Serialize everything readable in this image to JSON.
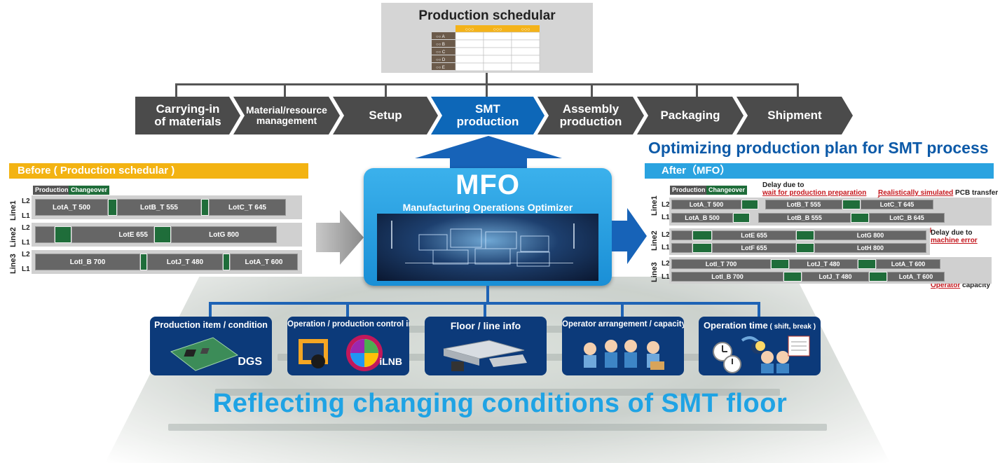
{
  "scheduler": {
    "title": "Production schedular",
    "header_cells": [
      "○○○",
      "○○○",
      "○○○"
    ],
    "row_labels": [
      "○○ A",
      "○○ B",
      "○○ C",
      "○○ D",
      "○○ E"
    ]
  },
  "process": [
    {
      "label": "Carrying-in\nof materials"
    },
    {
      "label": "Material/resource\nmanagement"
    },
    {
      "label": "Setup"
    },
    {
      "label": "SMT\nproduction"
    },
    {
      "label": "Assembly\nproduction"
    },
    {
      "label": "Packaging"
    },
    {
      "label": "Shipment"
    }
  ],
  "optimizing_title": "Optimizing production plan for SMT process",
  "before": {
    "header": "Before ( Production schedular )",
    "legend": {
      "production": "Production",
      "changeover": "Changeover"
    },
    "lines": [
      "Line1",
      "Line2",
      "Line3"
    ],
    "sublines": [
      "L2",
      "L1"
    ],
    "bars": {
      "lotA": "LotA_T    500",
      "lotB": "LotB_T     555",
      "lotC": "LotC_T     645",
      "lotE": "LotE      655",
      "lotG": "LotG          800",
      "lotI": "LotI_B          700",
      "lotJ": "LotJ_T     480",
      "lotA3": "LotA_T   600"
    }
  },
  "mfo": {
    "title": "MFO",
    "subtitle": "Manufacturing Operations Optimizer"
  },
  "after": {
    "header": "After（MFO）",
    "legend": {
      "production": "Production",
      "changeover": "Changeover"
    },
    "lines": [
      "Line1",
      "Line2",
      "Line3"
    ],
    "sublines": [
      "L2",
      "L1"
    ],
    "bars": {
      "l1l2a": "LotA_T    500",
      "l1l2b": "LotB_T     555",
      "l1l2c": "LotC_T     645",
      "l1l1a": "LotA_B    500",
      "l1l1b": "LotB_B     555",
      "l1l1c": "LotC_B    645",
      "l2l2e": "LotE           655",
      "l2l2g": "LotG                    800",
      "l2l1f": "LotF           655",
      "l2l1h": "LotH                    800",
      "l3l2i": "LotI_T             700",
      "l3l2j": "LotJ_T     480",
      "l3l2a": "LotA_T     600",
      "l3l1i": "LotI_B             700",
      "l3l1j": "LotJ_T     480",
      "l3l1a": "LotA_T   600"
    },
    "annotations": {
      "delay1_line1": "Delay due to",
      "delay1_line2": "wait for production preparation",
      "pcb_red": "Realistically simulated",
      "pcb_black": " PCB transfer",
      "delay2_line1": "Delay due to",
      "delay2_line2": "machine error",
      "operator_red": "Operator",
      "operator_black": " capacity"
    }
  },
  "inputs": [
    {
      "title": "Production item / condition",
      "tag": "DGS"
    },
    {
      "title": "Operation / production control info",
      "tag": "iLNB"
    },
    {
      "title": "Floor / line info"
    },
    {
      "title": "Operator arrangement / capacity"
    },
    {
      "title": "Operation time",
      "title_small": " ( shift, break )"
    }
  ],
  "footer": "Reflecting changing conditions of SMT floor",
  "colors": {
    "process_gray": "#4b4b4b",
    "process_active": "#0d67b8",
    "before_header": "#f3b312",
    "after_header": "#2aa3e0",
    "changeover_green": "#1f6d3a",
    "production_gray": "#666666",
    "mfo_blue": "#2aa3e0",
    "input_navy": "#0c3a7a",
    "annotation_red": "#c4161c",
    "footer_blue": "#1fa3e4"
  }
}
